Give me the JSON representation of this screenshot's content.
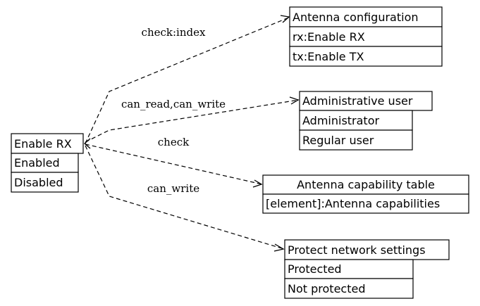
{
  "colors": {
    "line": "#000000",
    "background": "#ffffff"
  },
  "source": {
    "title": "Enable RX",
    "rows": [
      "Enabled",
      "Disabled"
    ]
  },
  "targets": [
    {
      "title": "Antenna configuration",
      "rows": [
        "rx:Enable RX",
        "tx:Enable TX"
      ]
    },
    {
      "title": "Administrative user",
      "rows": [
        "Administrator",
        "Regular user"
      ]
    },
    {
      "title": "Antenna capability table",
      "rows": [
        "[element]:Antenna capabilities"
      ]
    },
    {
      "title": "Protect network settings",
      "rows": [
        "Protected",
        "Not protected"
      ]
    }
  ],
  "edges": [
    {
      "label": "check:index"
    },
    {
      "label": "can_read,can_write"
    },
    {
      "label": "check"
    },
    {
      "label": "can_write"
    }
  ]
}
